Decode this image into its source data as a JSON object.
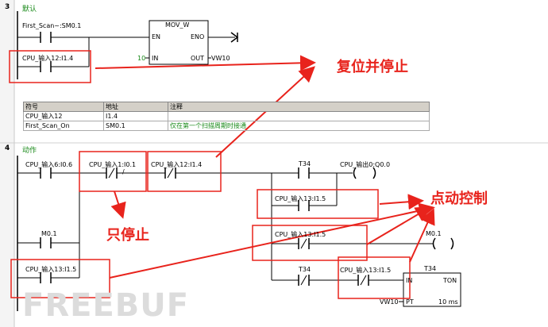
{
  "networks": [
    {
      "number": "3",
      "title": "默认"
    },
    {
      "number": "4",
      "title": "动作"
    }
  ],
  "network3": {
    "contact_first_scan": "First_Scan~:SM0.1",
    "contact_input12": "CPU_输入12:I1.4",
    "box_title": "MOV_W",
    "pin_en": "EN",
    "pin_eno": "ENO",
    "pin_in": "IN",
    "pin_out": "OUT",
    "in_value": "10",
    "out_value": "VW10"
  },
  "symbol_table": {
    "headers": [
      "符号",
      "地址",
      "注释"
    ],
    "rows": [
      [
        "CPU_输入12",
        "I1.4",
        ""
      ],
      [
        "First_Scan_On",
        "SM0.1",
        "仅在第一个扫描周期时接通"
      ]
    ]
  },
  "network4": {
    "c_input6": "CPU_输入6:I0.6",
    "c_input1": "CPU_输入1:I0.1",
    "c_input12": "CPU_输入12:I1.4",
    "c_t34_top": "T34",
    "coil_out": "CPU_输出0:Q0.0",
    "c_input13_a": "CPU_输入13:I1.5",
    "c_m0": "M0.1",
    "c_input13_b": "CPU_输入13:I1.5",
    "c_input13_c": "CPU_输入13:I1.5",
    "coil_m": "M0.1",
    "c_t34_bottom": "T34",
    "c_input13_d": "CPU_输入13:I1.5",
    "timer_name": "T34",
    "timer_in": "IN",
    "timer_type": "TON",
    "timer_pt": "PT",
    "timer_pt_value": "VW10",
    "timer_base": "10 ms",
    "not_mark": "/"
  },
  "annotations": {
    "reset_stop": "复位并停止",
    "stop_only": "只停止",
    "jog_control": "点动控制"
  },
  "watermark": "FREEBUF",
  "colors": {
    "annotation": "#e8231c",
    "comment": "#1a8a1a",
    "table_header": "#d4d0c8"
  }
}
